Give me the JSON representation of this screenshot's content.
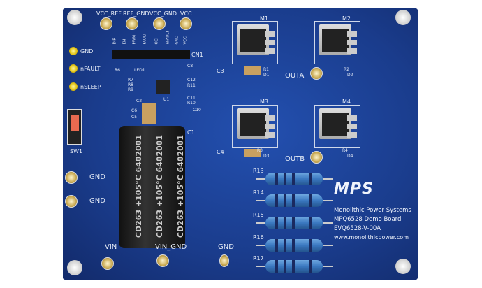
{
  "board": {
    "top_test_points": [
      "VCC_REF",
      "REF_GND",
      "VCC_GND",
      "VCC"
    ],
    "left_test_points": [
      "GND",
      "nFAULT",
      "nSLEEP"
    ],
    "header": {
      "label": "CN1",
      "pins": [
        "DIR",
        "EN",
        "PWM",
        "FAULT",
        "OC",
        "nFAULT",
        "GND",
        "VCC"
      ]
    },
    "mosfets": [
      "M1",
      "M2",
      "M3",
      "M4"
    ],
    "outputs": [
      "OUTA",
      "OUTB"
    ],
    "capacitor": {
      "label": "C1",
      "marking": "CD263 +105°C 6402001"
    },
    "switch": "SW1",
    "gnd_terminals": [
      "GND",
      "GND"
    ],
    "bottom_terminals": [
      "VIN",
      "VIN_GND",
      "GND"
    ],
    "resistors": [
      "R13",
      "R14",
      "R15",
      "R16",
      "R17"
    ],
    "small_labels": [
      "C3",
      "R1",
      "D1",
      "R2",
      "D2",
      "C4",
      "R3",
      "D3",
      "R4",
      "D4",
      "C2",
      "C6",
      "C5",
      "U1",
      "R6",
      "R8",
      "LED1",
      "R7",
      "R9",
      "R10",
      "C12",
      "R11",
      "C11",
      "C10",
      "C8"
    ],
    "logo": "MPS",
    "info_lines": [
      "Monolithic Power Systems",
      "MPQ6528 Demo Board",
      "EVQ6528-V-00A",
      "www.monolithicpower.com"
    ]
  }
}
